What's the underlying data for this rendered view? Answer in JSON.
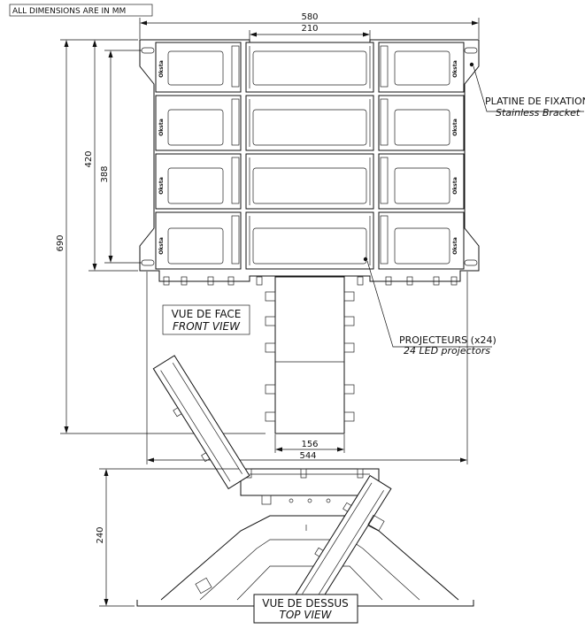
{
  "header": {
    "note": "ALL DIMENSIONS ARE IN MM"
  },
  "dimensions": {
    "overall_width": "580",
    "center_width": "210",
    "height_total": "690",
    "height_420": "420",
    "height_388": "388",
    "base_156": "156",
    "base_544": "544",
    "top_height": "240"
  },
  "labels": {
    "bracket_fr": "PLATINE DE FIXATION",
    "bracket_en": "Stainless Bracket",
    "projectors_fr": "PROJECTEURS (x24)",
    "projectors_en": "24 LED projectors",
    "front_fr": "VUE DE FACE",
    "front_en": "FRONT VIEW",
    "top_fr": "VUE DE DESSUS",
    "top_en": "TOP VIEW",
    "logo": "Oksta"
  }
}
